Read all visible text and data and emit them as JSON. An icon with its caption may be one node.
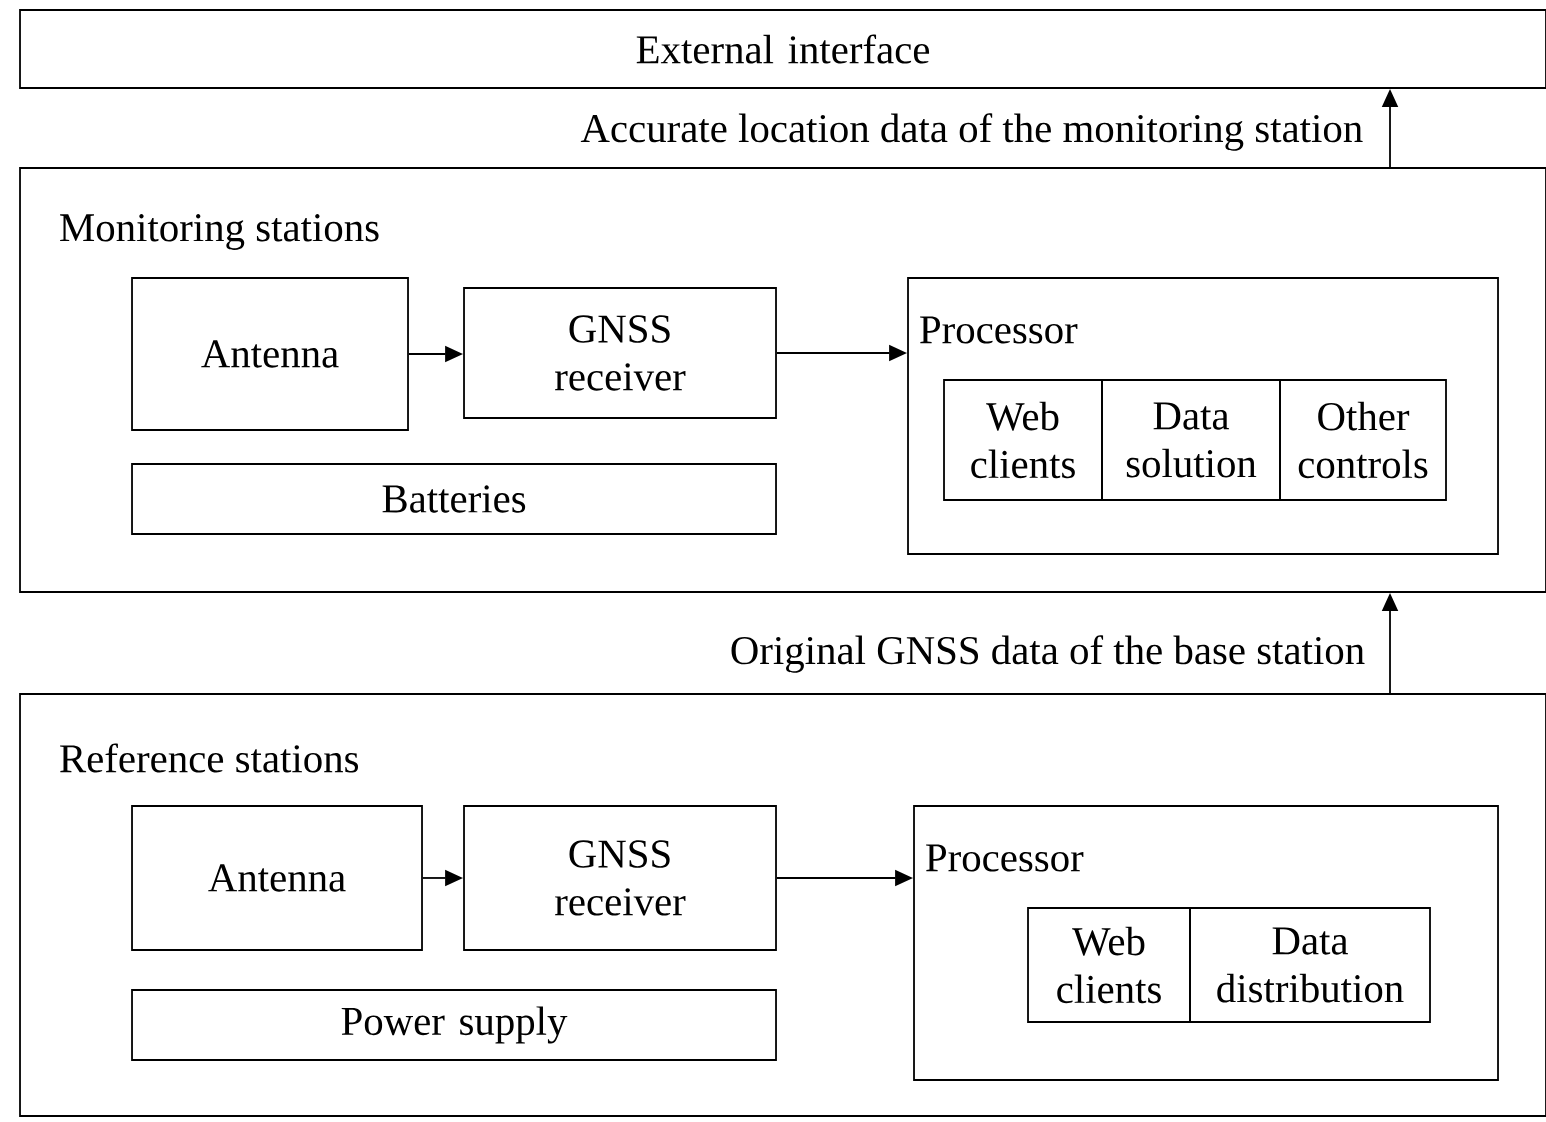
{
  "diagram": {
    "nodes": [
      {
        "text": [
          "External interface"
        ]
      },
      {
        "text": [
          "Monitoring stations"
        ]
      },
      {
        "text": [
          "Antenna"
        ],
        "in": 1
      },
      {
        "text": [
          "GNSS receiver"
        ],
        "in": 1
      },
      {
        "text": [
          "Batteries"
        ],
        "in": 1
      },
      {
        "text": [
          "Processor"
        ],
        "in": 1
      },
      {
        "text": [
          "Web clients"
        ],
        "in": 5
      },
      {
        "text": [
          "Data solution"
        ],
        "in": 5
      },
      {
        "text": [
          "Other controls"
        ],
        "in": 5
      },
      {
        "text": [
          "Reference stations"
        ]
      },
      {
        "text": [
          "Antenna"
        ],
        "in": 9
      },
      {
        "text": [
          "GNSS receiver"
        ],
        "in": 9
      },
      {
        "text": [
          "Power supply"
        ],
        "in": 9
      },
      {
        "text": [
          "Processor"
        ],
        "in": 9
      },
      {
        "text": [
          "Web clients"
        ],
        "in": 13
      },
      {
        "text": [
          "Data distribution"
        ],
        "in": 13
      }
    ],
    "edges": [
      {
        "from": 2,
        "to": 3,
        "arrow": "to"
      },
      {
        "from": 3,
        "to": 5,
        "arrow": "to"
      },
      {
        "from": 1,
        "to": 0,
        "arrow": "to",
        "label": "Accurate location data of the monitoring station"
      },
      {
        "from": 10,
        "to": 11,
        "arrow": "to"
      },
      {
        "from": 11,
        "to": 13,
        "arrow": "to"
      },
      {
        "from": 9,
        "to": 1,
        "arrow": "to",
        "label": "Original GNSS data of the base station"
      }
    ]
  }
}
